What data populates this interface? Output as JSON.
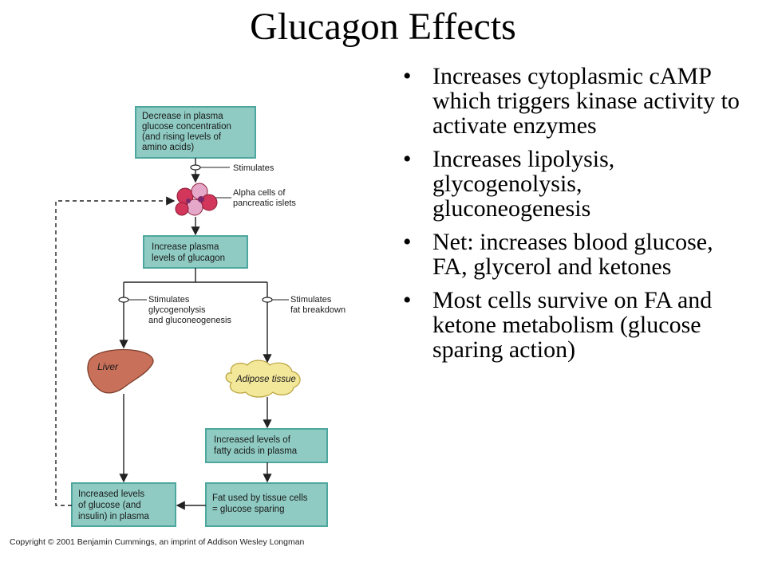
{
  "slide": {
    "title": "Glucagon Effects"
  },
  "bullets": [
    "Increases cytoplasmic cAMP which triggers kinase activity to activate enzymes",
    "Increases lipolysis, glycogenolysis, gluconeogenesis",
    "Net: increases blood glucose, FA, glycerol and ketones",
    "Most cells survive on FA and ketone metabolism (glucose sparing action)"
  ],
  "diagram": {
    "box_decrease_glucose": [
      "Decrease in plasma",
      "glucose concentration",
      "(and rising levels of",
      "amino acids)"
    ],
    "stimulates_1": "Stimulates",
    "alpha_cells": [
      "Alpha cells of",
      "pancreatic islets"
    ],
    "box_increase_glucagon": [
      "Increase plasma",
      "levels of glucagon"
    ],
    "stimulates_liver": [
      "Stimulates",
      "glycogenolysis",
      "and gluconeogenesis"
    ],
    "stimulates_fat": [
      "Stimulates",
      "fat breakdown"
    ],
    "liver_label": "Liver",
    "adipose_label": "Adipose tissue",
    "box_fatty_acids": [
      "Increased levels of",
      "fatty acids in plasma"
    ],
    "box_fat_used": [
      "Fat used by tissue cells",
      "= glucose sparing"
    ],
    "box_increased_glucose": [
      "Increased levels",
      "of glucose (and",
      "insulin) in plasma"
    ],
    "copyright": "Copyright © 2001 Benjamin Cummings, an imprint of Addison Wesley Longman"
  },
  "colors": {
    "box_fill": "#8fcbc3",
    "box_stroke": "#4ea79e",
    "liver": "#c8705a",
    "adipose": "#f3e79a",
    "alpha_cells": "#d2365a"
  }
}
